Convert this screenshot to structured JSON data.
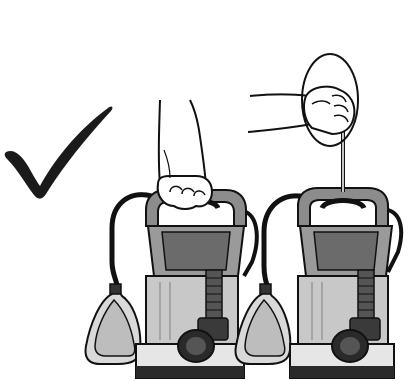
{
  "figure": {
    "panels": [
      {
        "role": "correct-carry-method",
        "marker": "check-mark-icon",
        "description_hidden": ""
      },
      {
        "role": "carry-by-rope-method",
        "marker": "none"
      }
    ]
  },
  "colors": {
    "outline": "#111111",
    "pump_body": "#c8c8c8",
    "pump_dark": "#6b6b6b",
    "pump_base": "#2a2a2a",
    "float_fill": "#d9d9d9",
    "hand_fill": "#ffffff",
    "check": "#1a1a1a"
  }
}
